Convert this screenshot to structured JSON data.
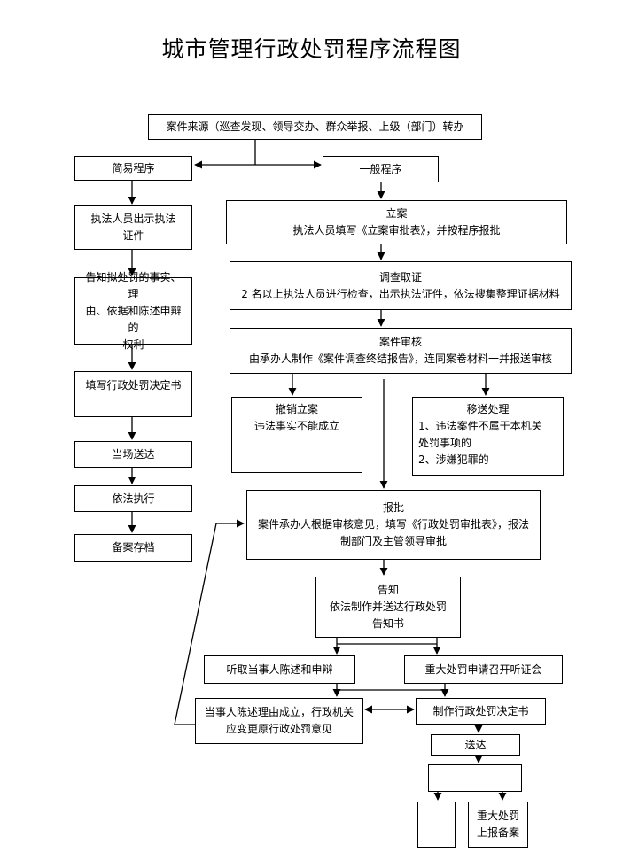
{
  "title": "城市管理行政处罚程序流程图",
  "nodes": {
    "source": [
      "案件来源（巡查发现、领导交办、群众举报、上级（部门）转办"
    ],
    "simple": [
      "简易程序"
    ],
    "general": [
      "一般程序"
    ],
    "show_cert": [
      "执法人员出示执法",
      "证件"
    ],
    "inform_facts": [
      "告知拟处罚的事实、理",
      "由、依据和陈述申辩的",
      "权利"
    ],
    "fill_decision": [
      "填写行政处罚决定书"
    ],
    "deliver_onsite": [
      "当场送达"
    ],
    "execute": [
      "依法执行"
    ],
    "archive_left": [
      "备案存档"
    ],
    "file_case": [
      "立案",
      "执法人员填写《立案审批表》，并按程序报批"
    ],
    "investigate": [
      "调查取证",
      "2 名以上执法人员进行检查，出示执法证件，依法搜集整理证据材料"
    ],
    "review": [
      "案件审核",
      "由承办人制作《案件调查终结报告》，连同案卷材料一并报送审核"
    ],
    "revoke": [
      "撤销立案",
      "违法事实不能成立"
    ],
    "transfer": [
      "移送处理",
      "1、违法案件不属于本机关",
      "处罚事项的",
      "2、涉嫌犯罪的"
    ],
    "report": [
      "报批",
      "案件承办人根据审核意见，填写《行政处罚审批表》，报法",
      "制部门及主管领导审批"
    ],
    "notify": [
      "告知",
      "依法制作并送达行政处罚",
      "告知书"
    ],
    "statement": [
      "听取当事人陈述和申辩"
    ],
    "hearing": [
      "重大处罚申请召开听证会"
    ],
    "change_opinion": [
      "当事人陈述理由成立，行政机关",
      "应变更原行政处罚意见"
    ],
    "make_decision": [
      "制作行政处罚决定书"
    ],
    "deliver": [
      "送达"
    ],
    "blank_mid": [],
    "blank_bottom": [],
    "major_archive": [
      "重大处罚",
      "上报备案"
    ]
  }
}
